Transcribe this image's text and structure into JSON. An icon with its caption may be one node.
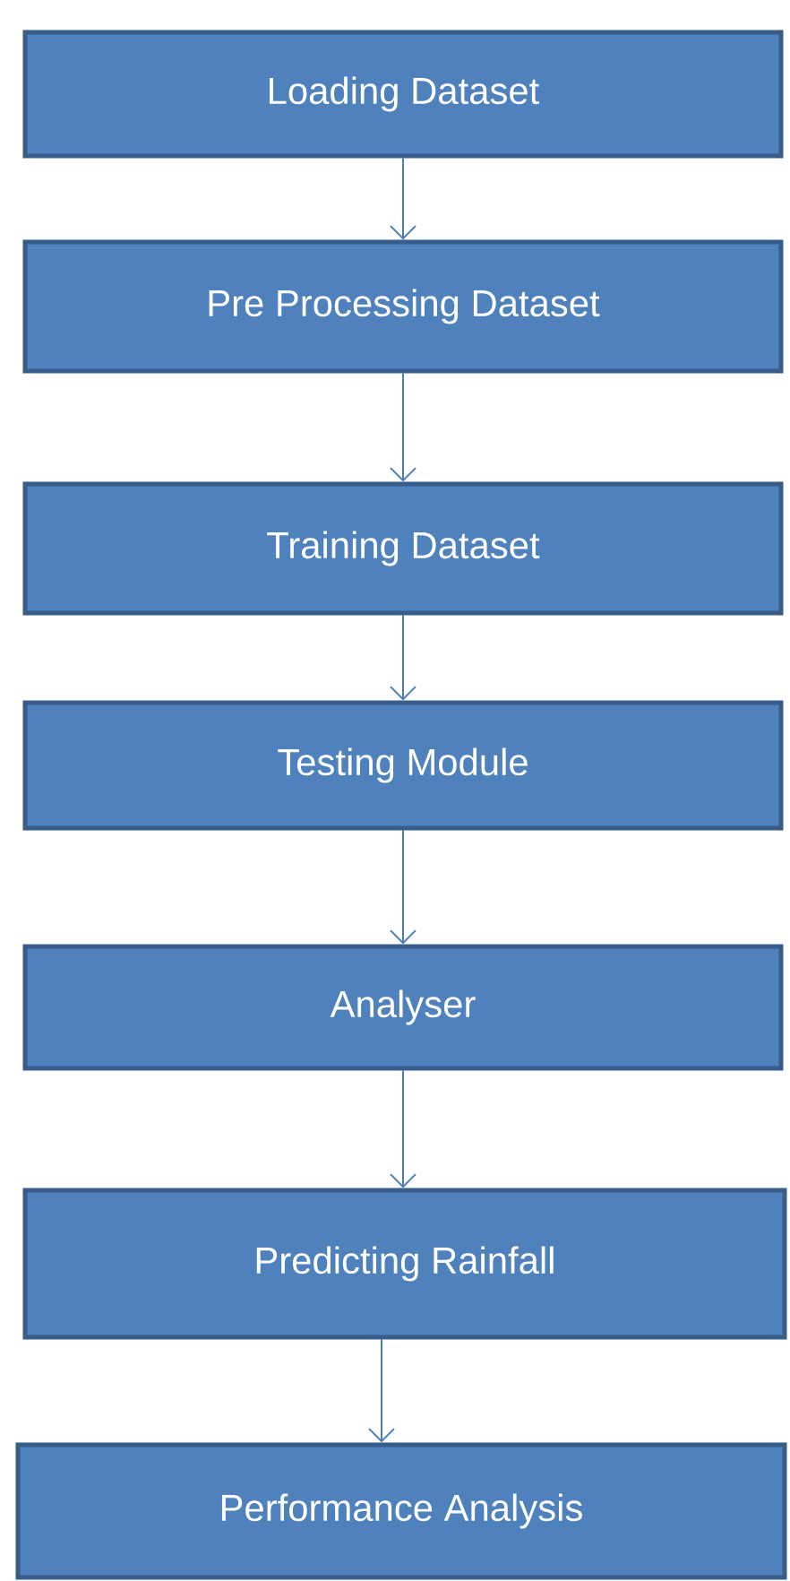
{
  "diagram": {
    "nodes": [
      {
        "text": [
          "Loading Dataset"
        ]
      },
      {
        "text": [
          "Pre Processing Dataset"
        ]
      },
      {
        "text": [
          "Training Dataset"
        ]
      },
      {
        "text": [
          "Testing Module"
        ]
      },
      {
        "text": [
          "Analyser"
        ]
      },
      {
        "text": [
          "Predicting Rainfall"
        ]
      },
      {
        "text": [
          "Performance Analysis"
        ]
      }
    ],
    "edges": [
      {
        "from": 0,
        "to": 1,
        "arrow": "to"
      },
      {
        "from": 1,
        "to": 2,
        "arrow": "to"
      },
      {
        "from": 2,
        "to": 3,
        "arrow": "to"
      },
      {
        "from": 3,
        "to": 4,
        "arrow": "to"
      },
      {
        "from": 4,
        "to": 5,
        "arrow": "to"
      },
      {
        "from": 5,
        "to": 6,
        "arrow": "to"
      }
    ]
  }
}
